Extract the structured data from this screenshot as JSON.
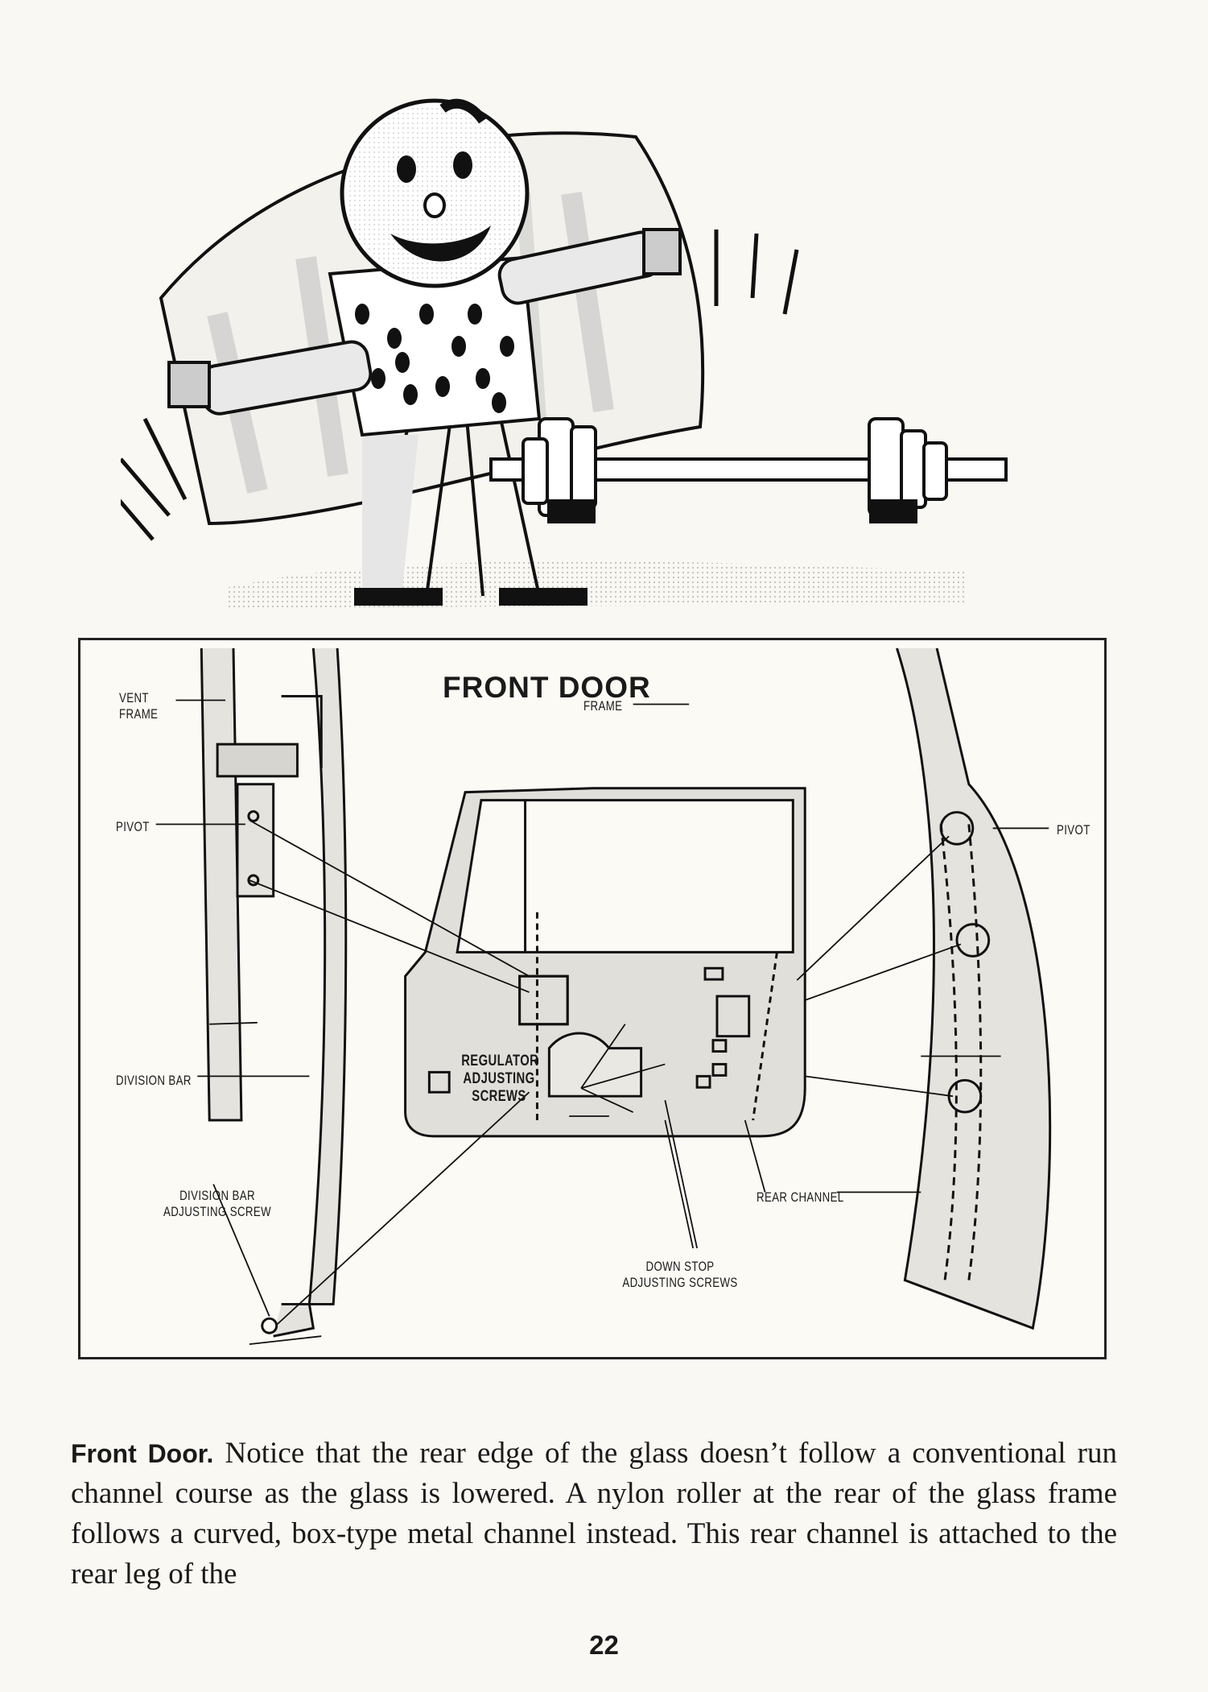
{
  "diagram": {
    "title": "FRONT DOOR",
    "labels": {
      "vent_frame": "VENT\nFRAME",
      "pivot_left": "PIVOT",
      "division_bar": "DIVISION BAR",
      "division_bar_screw": "DIVISION BAR\nADJUSTING SCREW",
      "frame": "FRAME",
      "pivot_right": "PIVOT",
      "regulator": "REGULATOR\nADJUSTING\nSCREWS",
      "rear_channel": "REAR CHANNEL",
      "down_stop": "DOWN STOP\nADJUSTING SCREWS"
    }
  },
  "text": {
    "lead": "Front Door.",
    "body": " Notice that the rear edge of the glass doesn’t follow a conventional run channel course as the glass is lowered. A nylon roller at the rear of the glass frame follows a curved, box-type metal channel instead. This rear channel is attached to the rear leg of the"
  },
  "page_number": "22"
}
